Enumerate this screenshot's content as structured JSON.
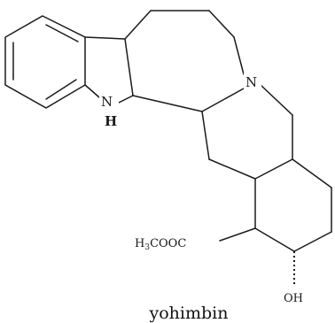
{
  "molecule": {
    "caption": "yohimbin",
    "labels": {
      "nh_n": "N",
      "nh_h": "H",
      "tertiary_n": "N",
      "ester_prefix": "H",
      "ester_subscript": "3",
      "ester_suffix": "COOC",
      "hydroxyl": "OH"
    }
  }
}
